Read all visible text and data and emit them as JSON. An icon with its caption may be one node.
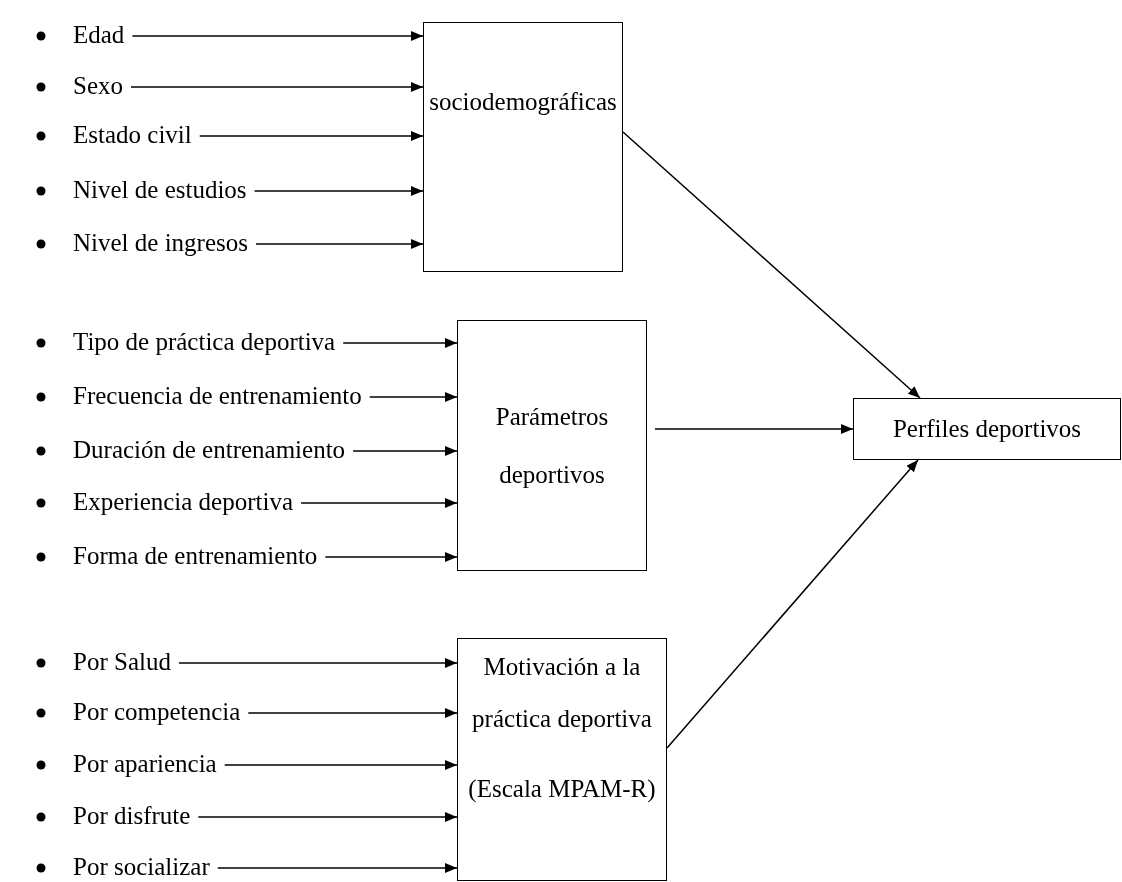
{
  "diagram": {
    "nodes": [
      {
        "text": [
          "Edad"
        ]
      },
      {
        "text": [
          "Sexo"
        ]
      },
      {
        "text": [
          "Estado civil"
        ]
      },
      {
        "text": [
          "Nivel de estudios"
        ]
      },
      {
        "text": [
          "Nivel de ingresos"
        ]
      },
      {
        "text": [
          "sociodemográficas"
        ]
      },
      {
        "text": [
          "Tipo de práctica deportiva"
        ]
      },
      {
        "text": [
          "Frecuencia de entrenamiento"
        ]
      },
      {
        "text": [
          "Duración de entrenamiento"
        ]
      },
      {
        "text": [
          "Experiencia deportiva"
        ]
      },
      {
        "text": [
          "Forma de entrenamiento"
        ]
      },
      {
        "text": [
          "Parámetros deportivos"
        ]
      },
      {
        "text": [
          "Perfiles deportivos"
        ]
      },
      {
        "text": [
          "Por Salud"
        ]
      },
      {
        "text": [
          "Por competencia"
        ]
      },
      {
        "text": [
          "Por apariencia"
        ]
      },
      {
        "text": [
          "Por disfrute"
        ]
      },
      {
        "text": [
          "Por socializar"
        ]
      },
      {
        "text": [
          "Motivación a la práctica deportiva",
          "(Escala MPAM-R)"
        ]
      }
    ],
    "edges": [
      {
        "from": 0,
        "to": 5,
        "arrow": "to"
      },
      {
        "from": 1,
        "to": 5,
        "arrow": "to"
      },
      {
        "from": 2,
        "to": 5,
        "arrow": "to"
      },
      {
        "from": 3,
        "to": 5,
        "arrow": "to"
      },
      {
        "from": 4,
        "to": 5,
        "arrow": "to"
      },
      {
        "from": 6,
        "to": 11,
        "arrow": "to"
      },
      {
        "from": 7,
        "to": 11,
        "arrow": "to"
      },
      {
        "from": 8,
        "to": 11,
        "arrow": "to"
      },
      {
        "from": 9,
        "to": 11,
        "arrow": "to"
      },
      {
        "from": 10,
        "to": 11,
        "arrow": "to"
      },
      {
        "from": 13,
        "to": 18,
        "arrow": "to"
      },
      {
        "from": 14,
        "to": 18,
        "arrow": "to"
      },
      {
        "from": 15,
        "to": 18,
        "arrow": "to"
      },
      {
        "from": 16,
        "to": 18,
        "arrow": "to"
      },
      {
        "from": 17,
        "to": 18,
        "arrow": "to"
      },
      {
        "from": 5,
        "to": 12,
        "arrow": "to"
      },
      {
        "from": 11,
        "to": 12,
        "arrow": "to"
      },
      {
        "from": 18,
        "to": 12,
        "arrow": "to"
      }
    ]
  }
}
